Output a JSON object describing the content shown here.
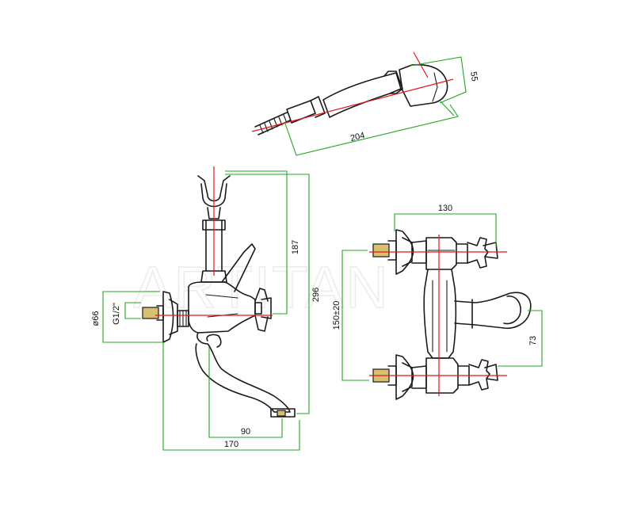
{
  "watermark": "ARTITAN",
  "dimensions": {
    "shower_length": "204",
    "shower_head": "55",
    "bracket_height": "187",
    "total_height": "296",
    "connector_diameter": "ø66",
    "thread": "G1/2\"",
    "spout_reach": "90",
    "total_depth": "170",
    "width": "130",
    "center_distance": "150±20",
    "spout_height": "73"
  },
  "colors": {
    "dimension_lines": "#22a522",
    "center_lines": "#e01818",
    "outline": "#1a1a1a",
    "fittings": "#d8c070"
  }
}
